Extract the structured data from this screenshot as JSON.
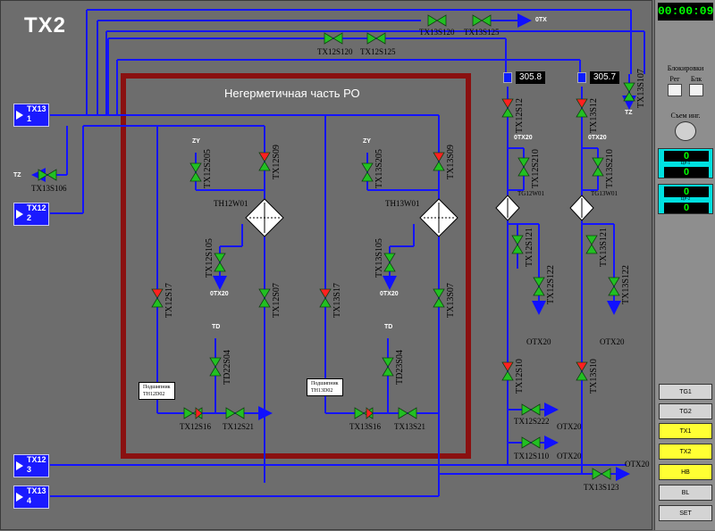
{
  "window": {
    "title": "TX2"
  },
  "scheme": {
    "inner_title": "Негерметичная часть РО",
    "tags": [
      {
        "id": "tx13-1",
        "line1": "TX13",
        "line2": "1"
      },
      {
        "id": "tx12-2",
        "line1": "TX12",
        "line2": "2"
      },
      {
        "id": "tx12-3",
        "line1": "TX12",
        "line2": "3"
      },
      {
        "id": "tx13-4",
        "line1": "TX13",
        "line2": "4"
      }
    ],
    "valve_labels": {
      "tx13s120": "TX13S120",
      "tx13s125": "TX13S125",
      "otx": "0TX",
      "tx12s120": "TX12S120",
      "tx12s125": "TX12S125",
      "tz_left": "TZ",
      "tx13s106": "TX13S106",
      "tz_right": "TZ",
      "th12w01": "TH12W01",
      "th13w01": "TH13W01",
      "tg12w01": "TG12W01",
      "tg13w01": "TG13W01",
      "tx12s16": "TX12S16",
      "tx12s21": "TX12S21",
      "tx13s16": "TX13S16",
      "tx13s21": "TX13S21",
      "otx20_a": "0TX20",
      "otx20_b": "0TX20",
      "otx20_c": "0TX20",
      "otx20_d": "0TX20",
      "otx20_e": "OTX20",
      "otx20_f": "OTX20",
      "otx20_g": "OTX20",
      "otx20_h": "OTX20",
      "otx20_i": "OTX20",
      "zy_a": "ZY",
      "zy_b": "ZY",
      "td_a": "TD",
      "td_b": "TD",
      "tx12s222": "TX12S222",
      "tx12s110": "TX12S110",
      "tx13s123": "TX13S123"
    },
    "vertical_labels": {
      "tx12s205": "TX12S205",
      "tx12s09": "TX12S09",
      "tx12s105": "TX12S105",
      "tx12s17": "TX12S17",
      "tx12s07": "TX12S07",
      "td22s04": "TD22S04",
      "tx13s205": "TX13S205",
      "tx13s09": "TX13S09",
      "tx13s105": "TX13S105",
      "tx13s17": "TX13S17",
      "tx13s07": "TX13S07",
      "td23s04": "TD23S04",
      "tx12s12": "TX12S12",
      "tx12s210": "TX12S210",
      "tx12s121": "TX12S121",
      "tx12s122": "TX12S122",
      "tx12s10": "TX12S10",
      "tx13s12": "TX13S12",
      "tx13s107": "TX13S107",
      "tx13s210": "TX13S210",
      "tx13s121": "TX13S121",
      "tx13s122": "TX13S122",
      "tx13s10": "TX13S10"
    },
    "notes": {
      "left": {
        "line1": "Подшипник",
        "line2": "TH12D02"
      },
      "right": {
        "line1": "Подшипник",
        "line2": "TH13D02"
      }
    },
    "readouts": {
      "left": "305.8",
      "right": "305.7"
    }
  },
  "panel": {
    "clock": "00:00:09",
    "lock_label": "Блокировки",
    "reg_label": "Рег",
    "blk_label": "Блк",
    "key_label": "Съем инг.",
    "counters": [
      {
        "top": "0",
        "caption": "ЦР-1",
        "bottom": "0"
      },
      {
        "top": "0",
        "caption": "ЦР-2",
        "bottom": "0"
      }
    ],
    "buttons": [
      {
        "label": "TG1",
        "active": false
      },
      {
        "label": "TG2",
        "active": false
      },
      {
        "label": "TX1",
        "active": true
      },
      {
        "label": "TX2",
        "active": true
      },
      {
        "label": "HB",
        "active": true
      },
      {
        "label": "BL",
        "active": false
      },
      {
        "label": "SET",
        "active": false
      }
    ],
    "colors": {
      "active": "#ffff33",
      "inactive": "#d4d4d4",
      "counter": "#00e0e0"
    }
  }
}
